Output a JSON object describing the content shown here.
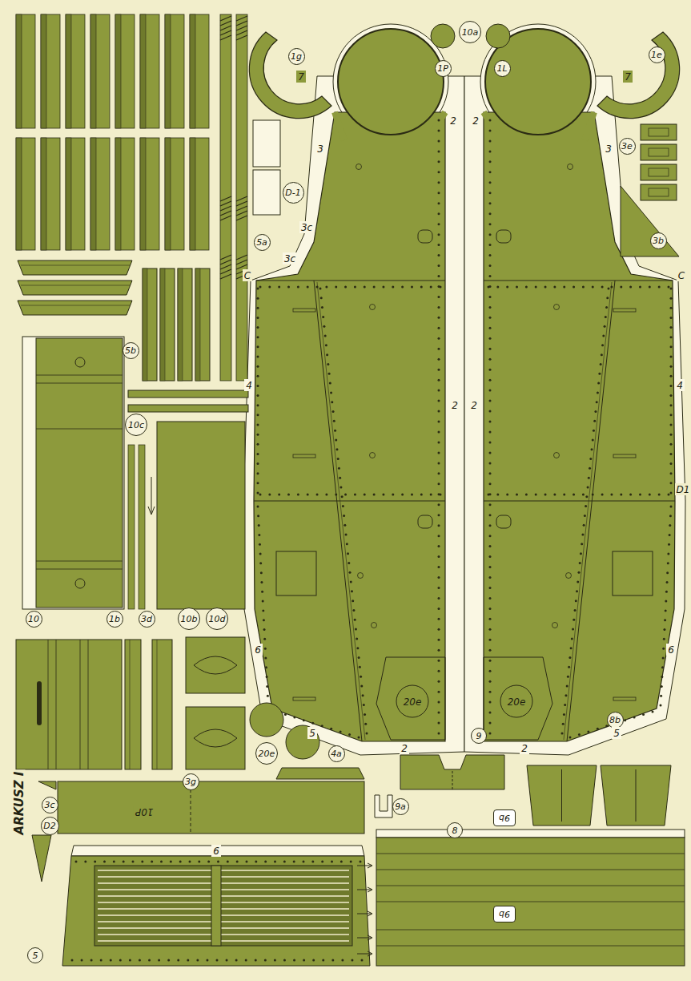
{
  "diagram": {
    "nodes": [
      {
        "text": [
          "1g"
        ]
      },
      {
        "text": [
          "10a"
        ]
      },
      {
        "text": [
          "1e"
        ]
      },
      {
        "text": [
          "1P"
        ]
      },
      {
        "text": [
          "1L"
        ]
      },
      {
        "text": [
          "3e"
        ]
      },
      {
        "text": [
          "D-1"
        ]
      },
      {
        "text": [
          "3b"
        ]
      },
      {
        "text": [
          "5a"
        ]
      },
      {
        "text": [
          "5b"
        ]
      },
      {
        "text": [
          "10c"
        ]
      },
      {
        "text": [
          "10"
        ]
      },
      {
        "text": [
          "1b"
        ]
      },
      {
        "text": [
          "3d"
        ]
      },
      {
        "text": [
          "10b"
        ]
      },
      {
        "text": [
          "10d"
        ]
      },
      {
        "text": [
          "8b"
        ]
      },
      {
        "text": [
          "9"
        ]
      },
      {
        "text": [
          "20e"
        ]
      },
      {
        "text": [
          "4a"
        ]
      },
      {
        "text": [
          "3g"
        ]
      },
      {
        "text": [
          "3c"
        ]
      },
      {
        "text": [
          "9b"
        ]
      },
      {
        "text": [
          "9a"
        ]
      },
      {
        "text": [
          "8"
        ]
      },
      {
        "text": [
          "D2"
        ]
      },
      {
        "text": [
          "9b"
        ]
      },
      {
        "text": [
          "5"
        ]
      }
    ],
    "labels": [
      "3",
      "2",
      "2",
      "3",
      "3c",
      "3c",
      "C",
      "C",
      "4",
      "4",
      "2",
      "2",
      "D1",
      "6",
      "6",
      "5",
      "5",
      "2",
      "2",
      "7",
      "7",
      "20e",
      "20e",
      "10P",
      "ARKUSZ I",
      "6"
    ]
  }
}
